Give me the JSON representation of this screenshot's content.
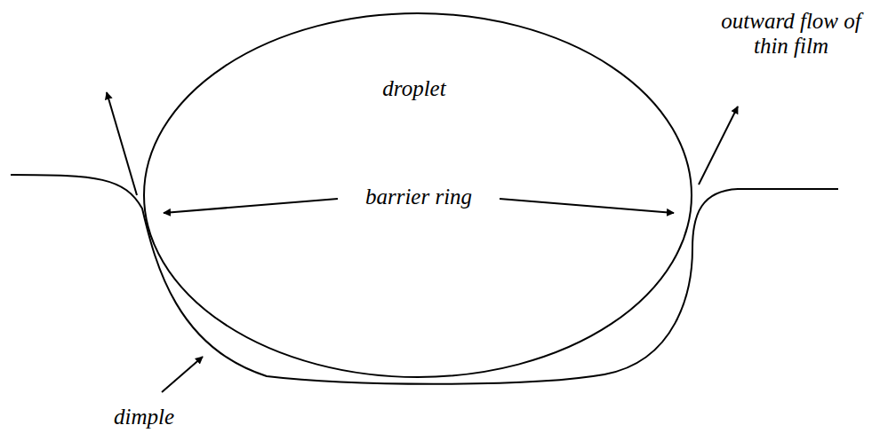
{
  "diagram": {
    "labels": [
      "droplet",
      "barrier ring",
      "outward flow of thin film",
      "dimple"
    ]
  }
}
